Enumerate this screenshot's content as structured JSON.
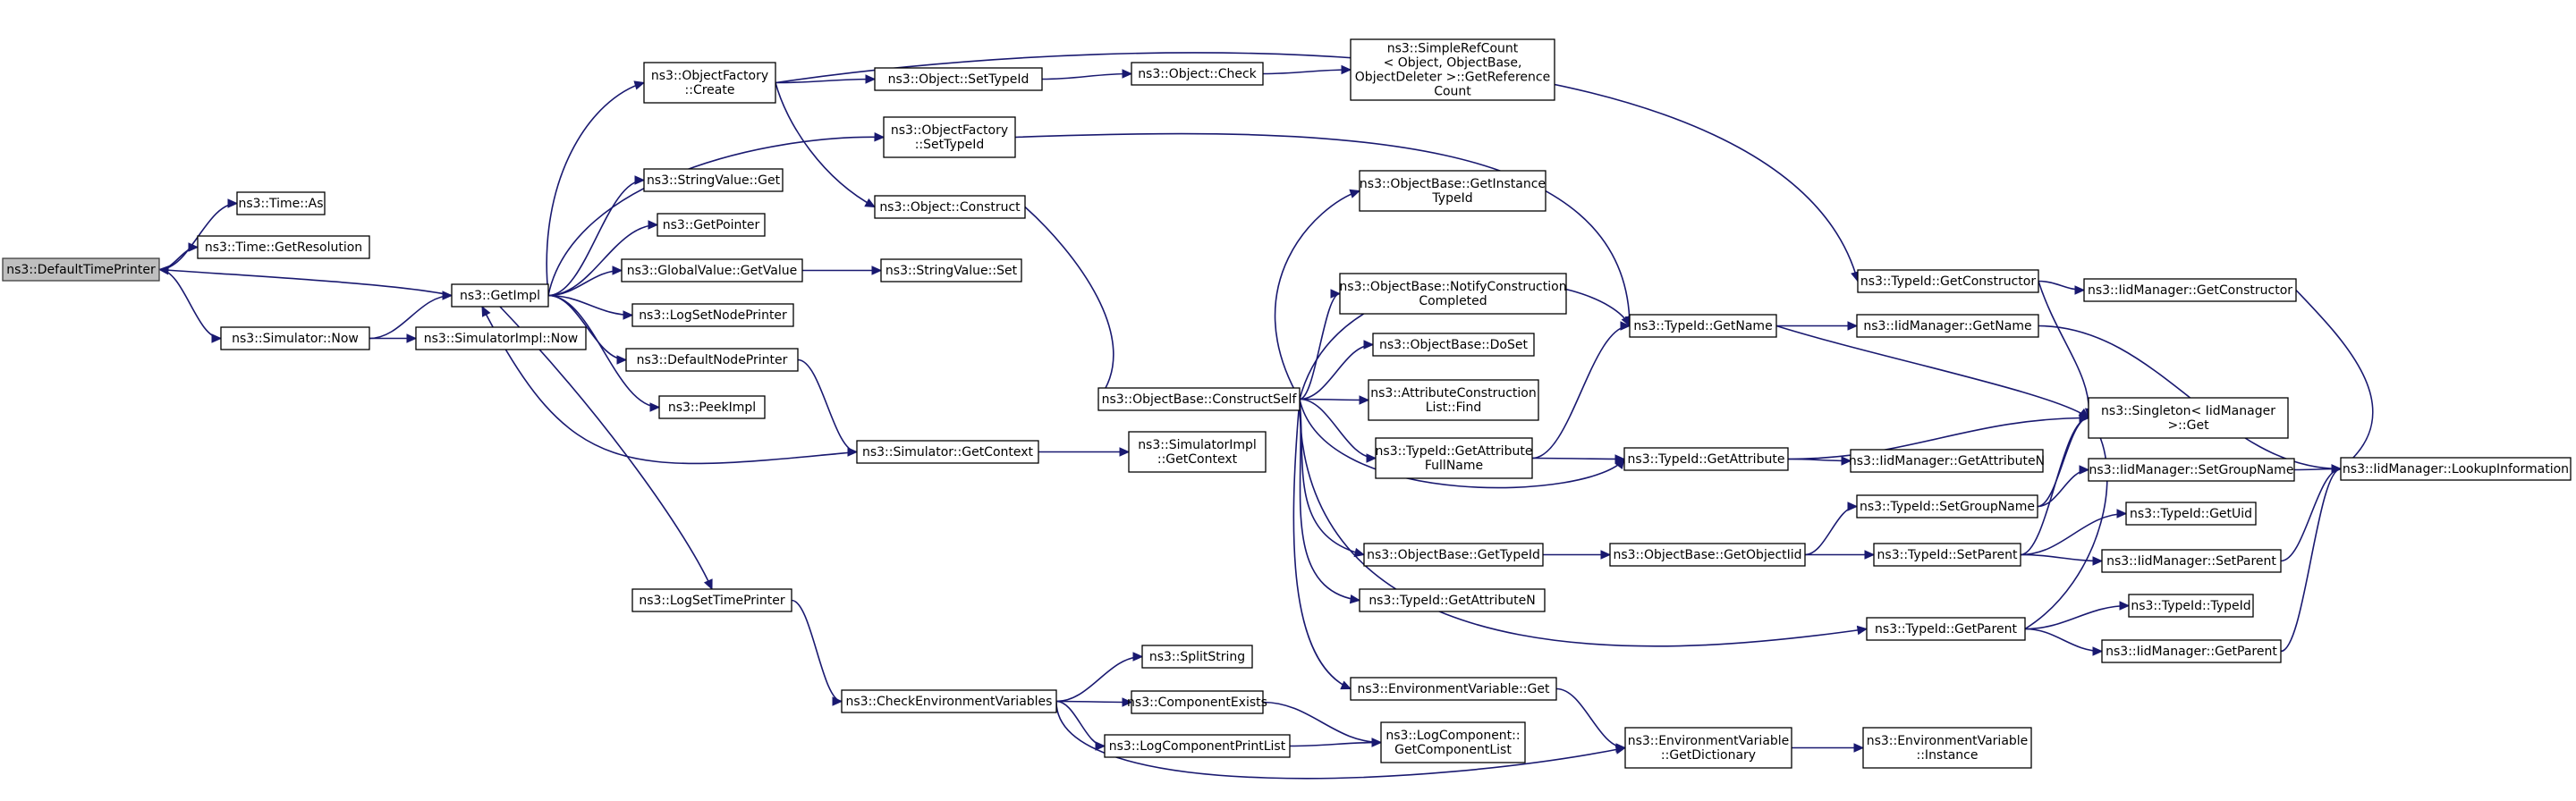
{
  "graph": {
    "edge_color": "#191970",
    "root_fill": "#bfbfbf",
    "nodes": [
      {
        "id": "defaultTimePrinter",
        "lines": [
          "ns3::DefaultTimePrinter"
        ],
        "root": true
      },
      {
        "id": "timeAs",
        "lines": [
          "ns3::Time::As"
        ]
      },
      {
        "id": "timeGetResolution",
        "lines": [
          "ns3::Time::GetResolution"
        ]
      },
      {
        "id": "simulatorNow",
        "lines": [
          "ns3::Simulator::Now"
        ]
      },
      {
        "id": "getImpl",
        "lines": [
          "ns3::GetImpl"
        ]
      },
      {
        "id": "simulatorImplNow",
        "lines": [
          "ns3::SimulatorImpl::Now"
        ]
      },
      {
        "id": "objectFactoryCreate",
        "lines": [
          "ns3::ObjectFactory",
          "::Create"
        ]
      },
      {
        "id": "stringValueGet",
        "lines": [
          "ns3::StringValue::Get"
        ]
      },
      {
        "id": "getPointer",
        "lines": [
          "ns3::GetPointer"
        ]
      },
      {
        "id": "globalValueGetValue",
        "lines": [
          "ns3::GlobalValue::GetValue"
        ]
      },
      {
        "id": "logSetNodePrinter",
        "lines": [
          "ns3::LogSetNodePrinter"
        ]
      },
      {
        "id": "defaultNodePrinter",
        "lines": [
          "ns3::DefaultNodePrinter"
        ]
      },
      {
        "id": "peekImpl",
        "lines": [
          "ns3::PeekImpl"
        ]
      },
      {
        "id": "logSetTimePrinter",
        "lines": [
          "ns3::LogSetTimePrinter"
        ]
      },
      {
        "id": "objectSetTypeId",
        "lines": [
          "ns3::Object::SetTypeId"
        ]
      },
      {
        "id": "objectFactorySetTypeId",
        "lines": [
          "ns3::ObjectFactory",
          "::SetTypeId"
        ]
      },
      {
        "id": "objectConstruct",
        "lines": [
          "ns3::Object::Construct"
        ]
      },
      {
        "id": "stringValueSet",
        "lines": [
          "ns3::StringValue::Set"
        ]
      },
      {
        "id": "simulatorGetContext",
        "lines": [
          "ns3::Simulator::GetContext"
        ]
      },
      {
        "id": "checkEnvVars",
        "lines": [
          "ns3::CheckEnvironmentVariables"
        ]
      },
      {
        "id": "objectCheck",
        "lines": [
          "ns3::Object::Check"
        ]
      },
      {
        "id": "objectBaseConstructSelf",
        "lines": [
          "ns3::ObjectBase::ConstructSelf"
        ]
      },
      {
        "id": "simulatorImplGetContext",
        "lines": [
          "ns3::SimulatorImpl",
          "::GetContext"
        ]
      },
      {
        "id": "splitString",
        "lines": [
          "ns3::SplitString"
        ]
      },
      {
        "id": "componentExists",
        "lines": [
          "ns3::ComponentExists"
        ]
      },
      {
        "id": "logComponentPrintList",
        "lines": [
          "ns3::LogComponentPrintList"
        ]
      },
      {
        "id": "simpleRefCountGetRef",
        "lines": [
          "ns3::SimpleRefCount",
          "< Object, ObjectBase,",
          " ObjectDeleter >::GetReference",
          "Count"
        ]
      },
      {
        "id": "objectBaseGetInstanceTypeId",
        "lines": [
          "ns3::ObjectBase::GetInstance",
          "TypeId"
        ]
      },
      {
        "id": "objectBaseNotifyConstructionCompleted",
        "lines": [
          "ns3::ObjectBase::NotifyConstruction",
          "Completed"
        ]
      },
      {
        "id": "objectBaseDoSet",
        "lines": [
          "ns3::ObjectBase::DoSet"
        ]
      },
      {
        "id": "attributeConstructionListFind",
        "lines": [
          "ns3::AttributeConstruction",
          "List::Find"
        ]
      },
      {
        "id": "typeIdGetAttributeFullName",
        "lines": [
          "ns3::TypeId::GetAttribute",
          "FullName"
        ]
      },
      {
        "id": "objectBaseGetTypeId",
        "lines": [
          "ns3::ObjectBase::GetTypeId"
        ]
      },
      {
        "id": "typeIdGetAttributeN",
        "lines": [
          "ns3::TypeId::GetAttributeN"
        ]
      },
      {
        "id": "envVarGet",
        "lines": [
          "ns3::EnvironmentVariable::Get"
        ]
      },
      {
        "id": "logComponentGetComponentList",
        "lines": [
          "ns3::LogComponent::",
          "GetComponentList"
        ]
      },
      {
        "id": "typeIdGetName",
        "lines": [
          "ns3::TypeId::GetName"
        ]
      },
      {
        "id": "typeIdGetAttribute",
        "lines": [
          "ns3::TypeId::GetAttribute"
        ]
      },
      {
        "id": "objectBaseGetObjectIid",
        "lines": [
          "ns3::ObjectBase::GetObjectIid"
        ]
      },
      {
        "id": "envVarGetDictionary",
        "lines": [
          "ns3::EnvironmentVariable",
          "::GetDictionary"
        ]
      },
      {
        "id": "typeIdGetConstructor",
        "lines": [
          "ns3::TypeId::GetConstructor"
        ]
      },
      {
        "id": "iidManagerGetName",
        "lines": [
          "ns3::IidManager::GetName"
        ]
      },
      {
        "id": "iidManagerGetAttributeN",
        "lines": [
          "ns3::IidManager::GetAttributeN"
        ]
      },
      {
        "id": "typeIdSetGroupName",
        "lines": [
          "ns3::TypeId::SetGroupName"
        ]
      },
      {
        "id": "typeIdSetParent",
        "lines": [
          "ns3::TypeId::SetParent"
        ]
      },
      {
        "id": "typeIdGetParent",
        "lines": [
          "ns3::TypeId::GetParent"
        ]
      },
      {
        "id": "envVarInstance",
        "lines": [
          "ns3::EnvironmentVariable",
          "::Instance"
        ]
      },
      {
        "id": "iidManagerGetConstructor",
        "lines": [
          "ns3::IidManager::GetConstructor"
        ]
      },
      {
        "id": "singletonGet",
        "lines": [
          "ns3::Singleton< IidManager",
          " >::Get"
        ]
      },
      {
        "id": "iidManagerSetGroupName",
        "lines": [
          "ns3::IidManager::SetGroupName"
        ]
      },
      {
        "id": "typeIdGetUid",
        "lines": [
          "ns3::TypeId::GetUid"
        ]
      },
      {
        "id": "iidManagerSetParent",
        "lines": [
          "ns3::IidManager::SetParent"
        ]
      },
      {
        "id": "typeIdTypeId",
        "lines": [
          "ns3::TypeId::TypeId"
        ]
      },
      {
        "id": "iidManagerGetParent",
        "lines": [
          "ns3::IidManager::GetParent"
        ]
      },
      {
        "id": "iidManagerLookupInformation",
        "lines": [
          "ns3::IidManager::LookupInformation"
        ]
      }
    ],
    "edges": [
      [
        "defaultTimePrinter",
        "timeAs"
      ],
      [
        "defaultTimePrinter",
        "timeGetResolution"
      ],
      [
        "defaultTimePrinter",
        "simulatorNow"
      ],
      [
        "simulatorNow",
        "getImpl"
      ],
      [
        "simulatorNow",
        "simulatorImplNow"
      ],
      [
        "getImpl",
        "defaultTimePrinter"
      ],
      [
        "getImpl",
        "objectFactoryCreate"
      ],
      [
        "getImpl",
        "objectFactorySetTypeId"
      ],
      [
        "getImpl",
        "stringValueGet"
      ],
      [
        "getImpl",
        "getPointer"
      ],
      [
        "getImpl",
        "globalValueGetValue"
      ],
      [
        "getImpl",
        "logSetNodePrinter"
      ],
      [
        "getImpl",
        "defaultNodePrinter"
      ],
      [
        "getImpl",
        "peekImpl"
      ],
      [
        "getImpl",
        "logSetTimePrinter"
      ],
      [
        "globalValueGetValue",
        "stringValueSet"
      ],
      [
        "defaultNodePrinter",
        "simulatorGetContext"
      ],
      [
        "simulatorGetContext",
        "getImpl"
      ],
      [
        "simulatorGetContext",
        "simulatorImplGetContext"
      ],
      [
        "logSetTimePrinter",
        "checkEnvVars"
      ],
      [
        "objectFactoryCreate",
        "objectSetTypeId"
      ],
      [
        "objectFactoryCreate",
        "objectConstruct"
      ],
      [
        "objectFactoryCreate",
        "typeIdGetConstructor"
      ],
      [
        "objectSetTypeId",
        "objectCheck"
      ],
      [
        "objectCheck",
        "simpleRefCountGetRef"
      ],
      [
        "objectFactorySetTypeId",
        "typeIdGetName"
      ],
      [
        "objectConstruct",
        "objectBaseConstructSelf"
      ],
      [
        "checkEnvVars",
        "splitString"
      ],
      [
        "checkEnvVars",
        "componentExists"
      ],
      [
        "checkEnvVars",
        "logComponentPrintList"
      ],
      [
        "checkEnvVars",
        "envVarGetDictionary"
      ],
      [
        "componentExists",
        "logComponentGetComponentList"
      ],
      [
        "logComponentPrintList",
        "logComponentGetComponentList"
      ],
      [
        "objectBaseConstructSelf",
        "objectBaseGetInstanceTypeId"
      ],
      [
        "objectBaseConstructSelf",
        "objectBaseNotifyConstructionCompleted"
      ],
      [
        "objectBaseConstructSelf",
        "objectBaseDoSet"
      ],
      [
        "objectBaseConstructSelf",
        "attributeConstructionListFind"
      ],
      [
        "objectBaseConstructSelf",
        "typeIdGetAttributeFullName"
      ],
      [
        "objectBaseConstructSelf",
        "objectBaseGetTypeId"
      ],
      [
        "objectBaseConstructSelf",
        "typeIdGetAttributeN"
      ],
      [
        "objectBaseConstructSelf",
        "envVarGet"
      ],
      [
        "objectBaseConstructSelf",
        "typeIdGetName"
      ],
      [
        "objectBaseConstructSelf",
        "typeIdGetAttribute"
      ],
      [
        "objectBaseConstructSelf",
        "typeIdGetParent"
      ],
      [
        "typeIdGetAttributeFullName",
        "typeIdGetAttribute"
      ],
      [
        "typeIdGetAttributeFullName",
        "typeIdGetName"
      ],
      [
        "objectBaseGetTypeId",
        "objectBaseGetObjectIid"
      ],
      [
        "objectBaseGetObjectIid",
        "typeIdSetGroupName"
      ],
      [
        "objectBaseGetObjectIid",
        "typeIdSetParent"
      ],
      [
        "envVarGet",
        "envVarGetDictionary"
      ],
      [
        "envVarGetDictionary",
        "envVarInstance"
      ],
      [
        "typeIdGetName",
        "iidManagerGetName"
      ],
      [
        "typeIdGetName",
        "singletonGet"
      ],
      [
        "typeIdGetAttribute",
        "iidManagerGetAttributeN"
      ],
      [
        "typeIdGetAttribute",
        "singletonGet"
      ],
      [
        "typeIdGetConstructor",
        "iidManagerGetConstructor"
      ],
      [
        "typeIdGetConstructor",
        "singletonGet"
      ],
      [
        "iidManagerGetConstructor",
        "iidManagerLookupInformation"
      ],
      [
        "iidManagerGetName",
        "iidManagerLookupInformation"
      ],
      [
        "typeIdSetGroupName",
        "iidManagerSetGroupName"
      ],
      [
        "typeIdSetGroupName",
        "singletonGet"
      ],
      [
        "iidManagerSetGroupName",
        "iidManagerLookupInformation"
      ],
      [
        "typeIdSetParent",
        "typeIdGetUid"
      ],
      [
        "typeIdSetParent",
        "iidManagerSetParent"
      ],
      [
        "typeIdSetParent",
        "singletonGet"
      ],
      [
        "iidManagerSetParent",
        "iidManagerLookupInformation"
      ],
      [
        "typeIdGetParent",
        "typeIdTypeId"
      ],
      [
        "typeIdGetParent",
        "iidManagerGetParent"
      ],
      [
        "typeIdGetParent",
        "singletonGet"
      ],
      [
        "iidManagerGetParent",
        "iidManagerLookupInformation"
      ]
    ]
  }
}
